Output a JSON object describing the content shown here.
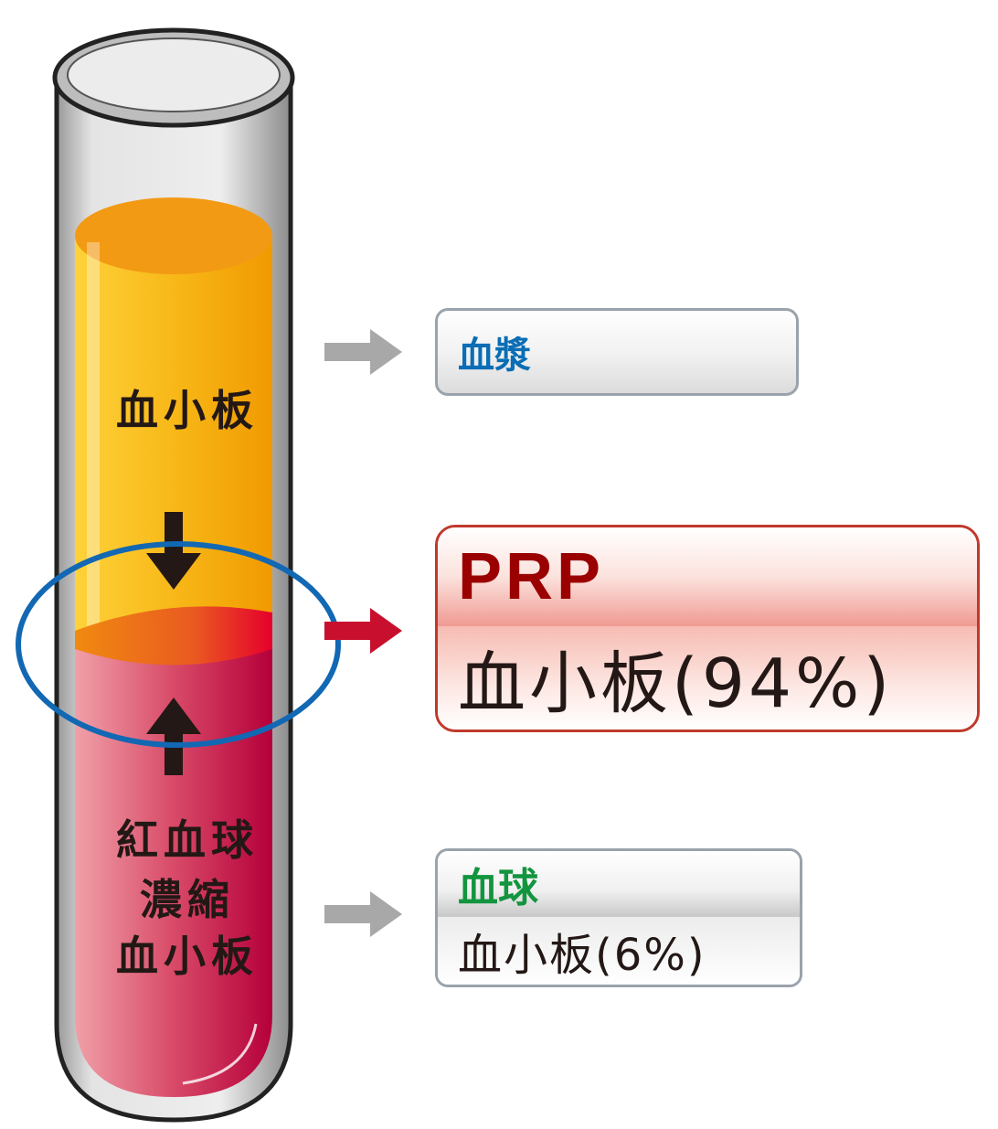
{
  "tube": {
    "upper_label": "血小板",
    "lower_label": [
      "紅血球",
      "濃縮",
      "血小板"
    ]
  },
  "boxes": {
    "plasma": {
      "title": "血漿"
    },
    "prp": {
      "title": "PRP",
      "content": "血小板(94%)"
    },
    "blood_cells": {
      "title": "血球",
      "content": "血小板(6%)"
    }
  },
  "colors": {
    "plasma_title": "#0a6db5",
    "prp_title": "#9b0000",
    "prp_border": "#c0392b",
    "blood_cells_title": "#12953e",
    "highlight_ring": "#1268b3",
    "pointer_gray": "#a8a8a8",
    "pointer_red": "#c8102e"
  },
  "icons": [
    "down-arrow-icon",
    "up-arrow-icon",
    "right-arrow-icon"
  ]
}
